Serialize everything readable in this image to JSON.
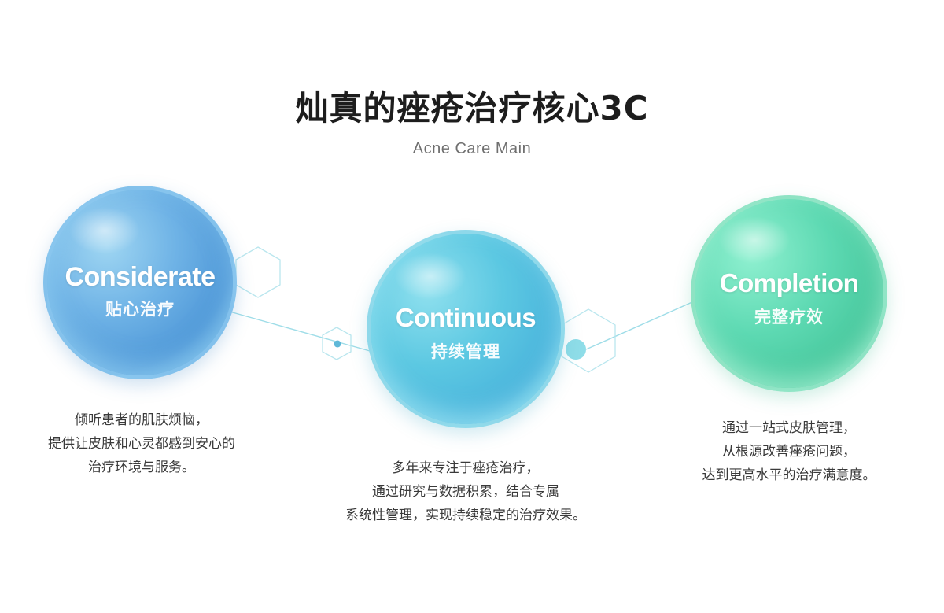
{
  "header": {
    "title": "灿真的痤疮治疗核心3C",
    "subtitle": "Acne Care Main"
  },
  "cards": [
    {
      "name_en": "Considerate",
      "name_cn": "贴心治疗",
      "lines": [
        "倾听患者的肌肤烦恼，",
        "提供让皮肤和心灵都感到安心的",
        "治疗环境与服务。"
      ],
      "color": "#5aa6dc"
    },
    {
      "name_en": "Continuous",
      "name_cn": "持续管理",
      "lines": [
        "多年来专注于痤疮治疗，",
        "通过研究与数据积累，结合专属",
        "系统性管理，实现持续稳定的治疗效果。"
      ],
      "color": "#4ab4dc"
    },
    {
      "name_en": "Completion",
      "name_cn": "完整疗效",
      "lines": [
        "通过一站式皮肤管理，",
        "从根源改善痤疮问题，",
        "达到更高水平的治疗满意度。"
      ],
      "color": "#47c79c"
    }
  ],
  "colors": {
    "title": "#1d1d1d",
    "subtitle": "#6f6f6f",
    "body_text": "#3a3a3a",
    "line_accent": "#7fd8e6"
  }
}
